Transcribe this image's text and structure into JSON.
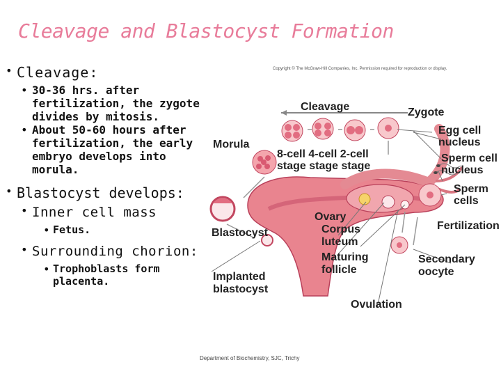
{
  "slide": {
    "title": "Cleavage and Blastocyst Formation",
    "bullets": {
      "cleavage": "Cleavage:",
      "cleavage_a": "30-36 hrs. after fertilization, the zygote divides by mitosis.",
      "cleavage_b": "About 50-60 hours after fertilization, the early embryo develops into morula.",
      "blastocyst": "Blastocyst develops:",
      "inner": "Inner cell mass",
      "fetus": "Fetus.",
      "chorion": "Surrounding chorion:",
      "tropho": "Trophoblasts form placenta."
    },
    "footer": "Department of Biochemistry, SJC, Trichy"
  },
  "diagram": {
    "copyright": "Copyright © The McGraw-Hill Companies, Inc. Permission required for reproduction or display.",
    "labels": {
      "cleavage": "Cleavage",
      "zygote": "Zygote",
      "egg_nucleus_1": "Egg cell",
      "egg_nucleus_2": "nucleus",
      "morula": "Morula",
      "stages_1": "8-cell 4-cell 2-cell",
      "stages_2": "stage stage stage",
      "sperm_nucleus_1": "Sperm cell",
      "sperm_nucleus_2": "nucleus",
      "sperm_cells_1": "Sperm",
      "sperm_cells_2": "cells",
      "ovary": "Ovary",
      "corpus_1": "Corpus",
      "corpus_2": "luteum",
      "fertilization": "Fertilization",
      "blastocyst": "Blastocyst",
      "maturing_1": "Maturing",
      "maturing_2": "follicle",
      "secondary_1": "Secondary",
      "secondary_2": "oocyte",
      "implanted_1": "Implanted",
      "implanted_2": "blastocyst",
      "ovulation": "Ovulation"
    }
  }
}
